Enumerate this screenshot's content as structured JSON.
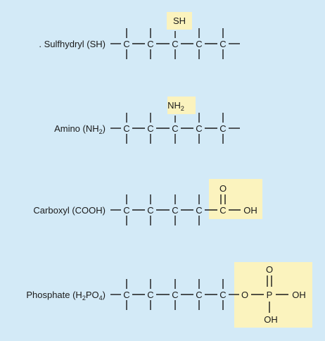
{
  "colors": {
    "background": "#d3eaf7",
    "highlight": "#fbf3be",
    "ink": "#1a1a1a"
  },
  "diagram": {
    "atom_carbon": "C",
    "rows": [
      {
        "label_prefix": ". ",
        "label": "Sulfhydryl (SH)",
        "label_sub": "",
        "label_suffix": "",
        "group_text": "SH",
        "group_sub": ""
      },
      {
        "label_prefix": "",
        "label": "Amino (NH",
        "label_sub": "2",
        "label_suffix": ")",
        "group_text": "NH",
        "group_sub": "2"
      },
      {
        "label_prefix": "",
        "label": "Carboxyl (COOH)",
        "label_sub": "",
        "label_suffix": "",
        "group_top": "O",
        "group_c": "C",
        "group_right": "OH"
      },
      {
        "label_prefix": "",
        "label": "Phosphate (H",
        "label_sub": "2",
        "label_mid": "PO",
        "label_sub2": "4",
        "label_suffix": ")",
        "group_o_left": "O",
        "group_o_top": "O",
        "group_p": "P",
        "group_oh_right": "OH",
        "group_oh_bottom": "OH"
      }
    ]
  }
}
